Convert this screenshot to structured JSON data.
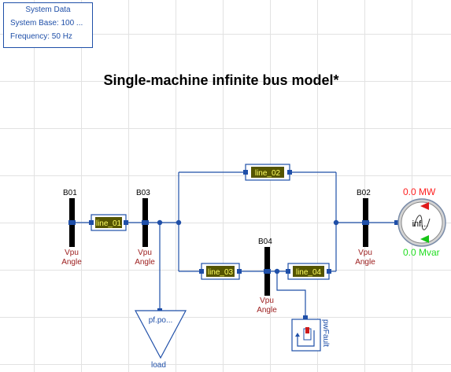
{
  "system_data": {
    "title": "System Data",
    "base": "System Base: 100 ...",
    "frequency": "Frequency: 50 Hz"
  },
  "diagram_title": "Single-machine infinite bus model*",
  "buses": [
    {
      "id": "b01",
      "name": "B01",
      "v": "Vpu",
      "a": "Angle"
    },
    {
      "id": "b03",
      "name": "B03",
      "v": "Vpu",
      "a": "Angle"
    },
    {
      "id": "b04",
      "name": "B04",
      "v": "Vpu",
      "a": "Angle"
    },
    {
      "id": "b02",
      "name": "B02",
      "v": "Vpu",
      "a": "Angle"
    }
  ],
  "lines": [
    "line_01",
    "line_02",
    "line_03",
    "line_04"
  ],
  "generator": {
    "label": "inf...",
    "p": "0.0 MW",
    "q": "0.0 Mvar"
  },
  "load": {
    "label": "pf.po...",
    "name": "load"
  },
  "fault": {
    "name": "pwFault"
  },
  "colors": {
    "wire": "#1f4fa8",
    "bus": "#000000",
    "line_fill": "#555500",
    "line_text": "#ffff66",
    "measure": "#9b1b1b",
    "mw": "#ff2020",
    "mvar": "#22dd22"
  }
}
